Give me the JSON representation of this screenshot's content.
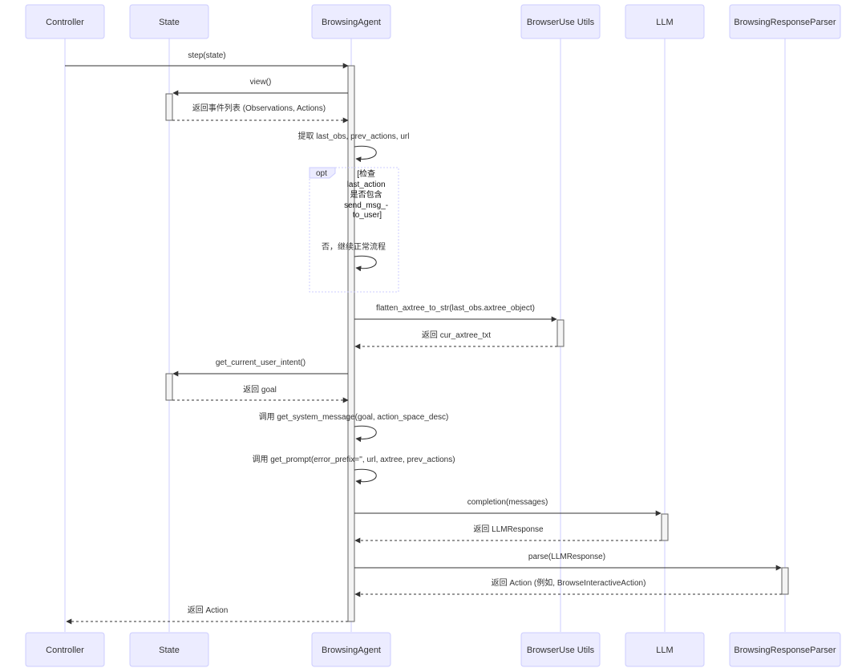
{
  "actors": [
    {
      "id": "controller",
      "label": "Controller"
    },
    {
      "id": "state",
      "label": "State"
    },
    {
      "id": "browsing_agent",
      "label": "BrowsingAgent"
    },
    {
      "id": "browser_use_utils",
      "label": "BrowserUse Utils"
    },
    {
      "id": "llm",
      "label": "LLM"
    },
    {
      "id": "parser",
      "label": "BrowsingResponseParser"
    }
  ],
  "messages": [
    {
      "from": "controller",
      "to": "browsing_agent",
      "label": "step(state)",
      "style": "solid"
    },
    {
      "from": "browsing_agent",
      "to": "state",
      "label": "view()",
      "style": "solid"
    },
    {
      "from": "state",
      "to": "browsing_agent",
      "label": "返回事件列表 (Observations, Actions)",
      "style": "dashed"
    },
    {
      "from": "browsing_agent",
      "to": "browsing_agent",
      "label": "提取 last_obs, prev_actions, url",
      "style": "self"
    },
    {
      "from": "browsing_agent",
      "to": "browsing_agent",
      "label": "否，继续正常流程",
      "style": "self"
    },
    {
      "from": "browsing_agent",
      "to": "browser_use_utils",
      "label": "flatten_axtree_to_str(last_obs.axtree_object)",
      "style": "solid"
    },
    {
      "from": "browser_use_utils",
      "to": "browsing_agent",
      "label": "返回 cur_axtree_txt",
      "style": "dashed"
    },
    {
      "from": "browsing_agent",
      "to": "state",
      "label": "get_current_user_intent()",
      "style": "solid"
    },
    {
      "from": "state",
      "to": "browsing_agent",
      "label": "返回 goal",
      "style": "dashed"
    },
    {
      "from": "browsing_agent",
      "to": "browsing_agent",
      "label": "调用 get_system_message(goal, action_space_desc)",
      "style": "self"
    },
    {
      "from": "browsing_agent",
      "to": "browsing_agent",
      "label": "调用 get_prompt(error_prefix='', url, axtree, prev_actions)",
      "style": "self"
    },
    {
      "from": "browsing_agent",
      "to": "llm",
      "label": "completion(messages)",
      "style": "solid"
    },
    {
      "from": "llm",
      "to": "browsing_agent",
      "label": "返回 LLMResponse",
      "style": "dashed"
    },
    {
      "from": "browsing_agent",
      "to": "parser",
      "label": "parse(LLMResponse)",
      "style": "solid"
    },
    {
      "from": "parser",
      "to": "browsing_agent",
      "label": "返回 Action (例如, BrowseInteractiveAction)",
      "style": "dashed"
    },
    {
      "from": "browsing_agent",
      "to": "controller",
      "label": "返回 Action",
      "style": "dashed"
    }
  ],
  "opt_block": {
    "label": "opt",
    "condition_lines": [
      "[检查",
      "last_action",
      "是否包含",
      "send_msg_-",
      "to_user]"
    ]
  },
  "colors": {
    "actor_fill": "#ECECFF",
    "actor_stroke": "#CCCCFF",
    "line": "#333333",
    "activation_fill": "#F4F4F4"
  }
}
